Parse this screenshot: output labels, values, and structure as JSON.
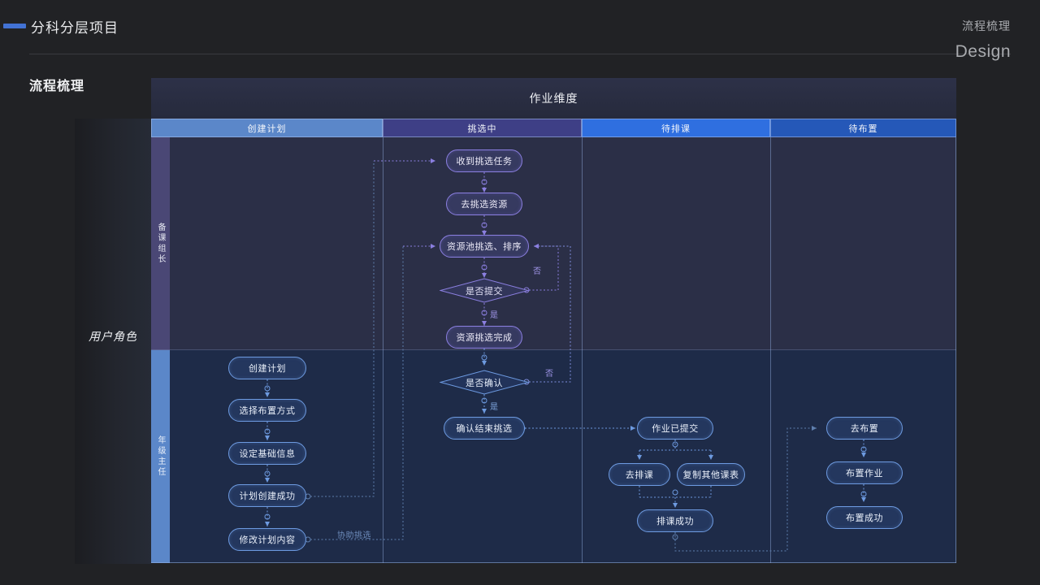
{
  "header": {
    "accent_color": "#4272d4",
    "app_title": "分科分层项目",
    "right_zh": "流程梳理",
    "right_en": "Design"
  },
  "section": {
    "title": "流程梳理"
  },
  "diagram": {
    "dimension_band_label": "作业维度",
    "role_axis_label": "用户角色",
    "columns": [
      {
        "key": "create-plan",
        "label": "创建计划",
        "color": "#5b87c9"
      },
      {
        "key": "picking",
        "label": "挑选中",
        "color": "#3e3f86"
      },
      {
        "key": "await-schedule",
        "label": "待排课",
        "color": "#2f6fe0"
      },
      {
        "key": "await-assign",
        "label": "待布置",
        "color": "#2558b8"
      }
    ],
    "lanes": [
      {
        "key": "prep-leader",
        "label": "备课组长",
        "color": "#4a4775"
      },
      {
        "key": "grade-director",
        "label": "年级主任",
        "color": "#5b87c9"
      }
    ],
    "nodes": {
      "received_task": "收到挑选任务",
      "go_pick_resource": "去挑选资源",
      "pool_pick_sort": "资源池挑选、排序",
      "submit_decision": "是否提交",
      "pick_complete": "资源挑选完成",
      "confirm_decision": "是否确认",
      "confirm_end_pick": "确认结束挑选",
      "create_plan": "创建计划",
      "choose_assign_mode": "选择布置方式",
      "set_base_info": "设定基础信息",
      "plan_created": "计划创建成功",
      "modify_plan": "修改计划内容",
      "work_submitted": "作业已提交",
      "go_schedule": "去排课",
      "copy_other_timetable": "复制其他课表",
      "schedule_success": "排课成功",
      "go_assign": "去布置",
      "assign_work": "布置作业",
      "assign_success": "布置成功"
    },
    "edge_labels": {
      "no_1": "否",
      "yes_1": "是",
      "no_2": "否",
      "yes_2": "是",
      "assist_pick": "协助挑选"
    }
  }
}
